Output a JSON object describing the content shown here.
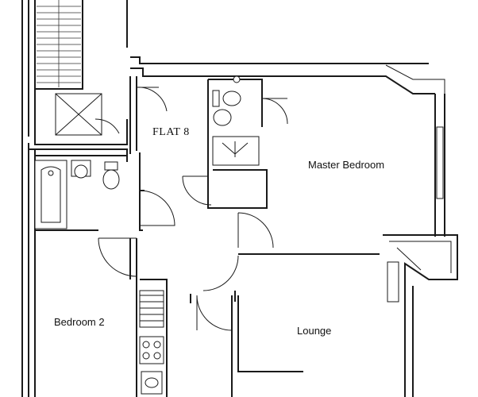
{
  "plan": {
    "flat_label": "FLAT 8",
    "rooms": {
      "master_bedroom": "Master Bedroom",
      "bedroom_2": "Bedroom 2",
      "lounge": "Lounge"
    }
  },
  "colors": {
    "line": "#1a1a1a",
    "background": "#ffffff"
  }
}
